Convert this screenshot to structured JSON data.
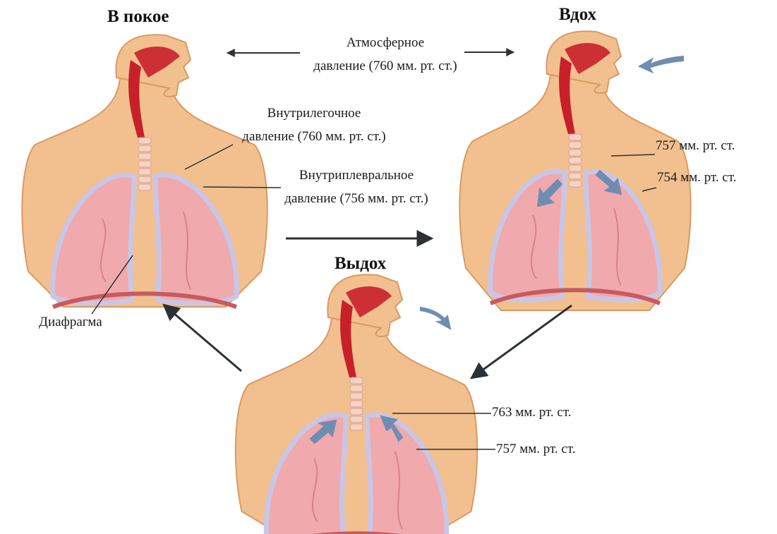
{
  "titles": {
    "rest": "В покое",
    "inhale": "Вдох",
    "exhale": "Выдох"
  },
  "labels": {
    "atmospheric_line1": "Атмосферное",
    "atmospheric_line2": "давление (760 мм. рт. ст.)",
    "intrapulmonary_line1": "Внутрилегочное",
    "intrapulmonary_line2": "давление (760 мм. рт. ст.)",
    "intrapleural_line1": "Внутриплевральное",
    "intrapleural_line2": "давление (756 мм. рт. ст.)",
    "diaphragm": "Диафрагма",
    "inhale_pulmonary": "757 мм. рт. ст.",
    "inhale_pleural": "754 мм. рт. ст.",
    "exhale_pulmonary": "763 мм. рт. ст.",
    "exhale_pleural": "757 мм. рт. ст."
  },
  "colors": {
    "skin": "#f2c08e",
    "skin_shadow": "#d99a62",
    "lung": "#f0a9ad",
    "lung_dark": "#d9838a",
    "pleura": "#c9c6e6",
    "airway": "#c8202a",
    "cartilage": "#f6d3c6",
    "arrow_air": "#6f8db0",
    "arrow_flow": "#2b3136"
  }
}
